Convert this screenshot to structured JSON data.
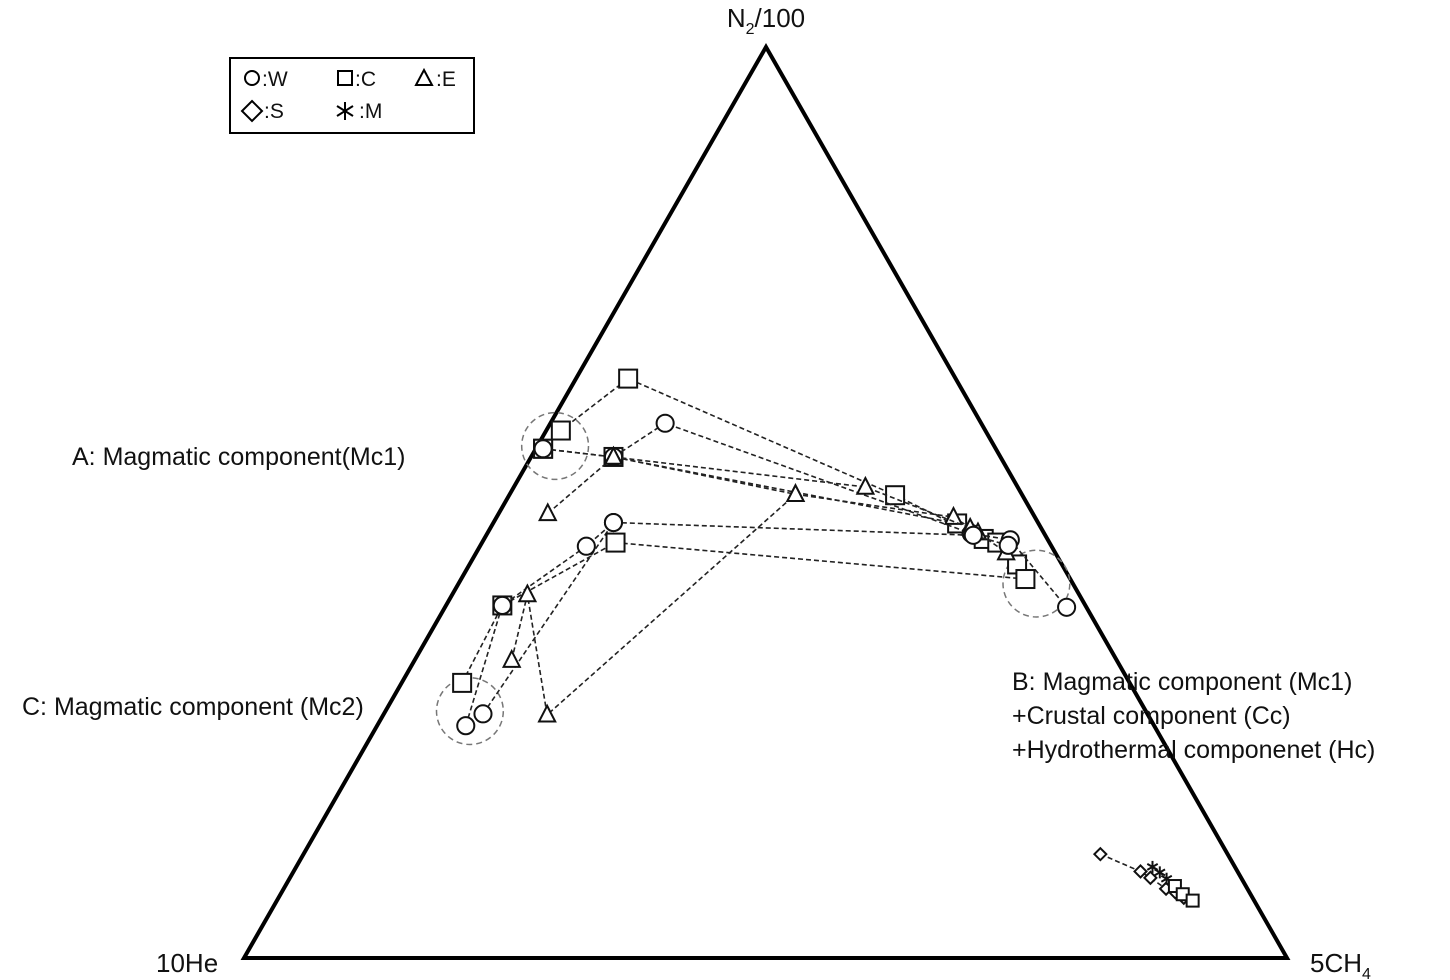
{
  "chart_data": {
    "type": "ternary-scatter",
    "axes": {
      "top": {
        "name": "N",
        "sub": "2",
        "suffix": "/100"
      },
      "left": {
        "name": "10He"
      },
      "right": {
        "name": "5CH",
        "sub": "4",
        "suffix": ""
      }
    },
    "legend": {
      "placement": "top-left",
      "entries": [
        {
          "marker": "circle",
          "label": ":W"
        },
        {
          "marker": "square",
          "label": ":C"
        },
        {
          "marker": "triangle",
          "label": ":E"
        },
        {
          "marker": "diamond",
          "label": ":S"
        },
        {
          "marker": "asterisk",
          "label": ":M"
        }
      ]
    },
    "annotations": [
      {
        "lines": [
          "A: Magmatic component(Mc1)"
        ]
      },
      {
        "lines": [
          "B: Magmatic component (Mc1)",
          "+Crustal component (Cc)",
          "+Hydrothermal componenet (Hc)"
        ]
      },
      {
        "lines": [
          "C: Magmatic component (Mc2)"
        ]
      }
    ],
    "series": [
      {
        "marker": "square",
        "points": [
          {
            "N2": 0.559,
            "He": 0.434,
            "CH4": 0.007
          },
          {
            "N2": 0.579,
            "He": 0.407,
            "CH4": 0.014
          },
          {
            "N2": 0.636,
            "He": 0.314,
            "CH4": 0.05
          },
          {
            "N2": 0.508,
            "He": 0.122,
            "CH4": 0.37
          },
          {
            "N2": 0.46,
            "He": 0.061,
            "CH4": 0.479
          },
          {
            "N2": 0.432,
            "He": 0.043,
            "CH4": 0.525
          }
        ]
      },
      {
        "marker": "square",
        "points": [
          {
            "N2": 0.559,
            "He": 0.434,
            "CH4": 0.007
          },
          {
            "N2": 0.55,
            "He": 0.371,
            "CH4": 0.079
          },
          {
            "N2": 0.477,
            "He": 0.078,
            "CH4": 0.445
          },
          {
            "N2": 0.456,
            "He": 0.05,
            "CH4": 0.494
          }
        ]
      },
      {
        "marker": "circle",
        "points": [
          {
            "N2": 0.559,
            "He": 0.434,
            "CH4": 0.007
          },
          {
            "N2": 0.55,
            "He": 0.371,
            "CH4": 0.079
          },
          {
            "N2": 0.587,
            "He": 0.303,
            "CH4": 0.11
          },
          {
            "N2": 0.466,
            "He": 0.07,
            "CH4": 0.464
          },
          {
            "N2": 0.459,
            "He": 0.036,
            "CH4": 0.505
          },
          {
            "N2": 0.385,
            "He": 0.019,
            "CH4": 0.596
          }
        ]
      },
      {
        "marker": "triangle",
        "points": [
          {
            "N2": 0.488,
            "He": 0.465,
            "CH4": 0.047
          },
          {
            "N2": 0.55,
            "He": 0.371,
            "CH4": 0.079
          },
          {
            "N2": 0.509,
            "He": 0.217,
            "CH4": 0.274
          },
          {
            "N2": 0.484,
            "He": 0.078,
            "CH4": 0.438
          },
          {
            "N2": 0.467,
            "He": 0.063,
            "CH4": 0.47
          },
          {
            "N2": 0.445,
            "He": 0.047,
            "CH4": 0.508
          }
        ]
      },
      {
        "marker": "triangle",
        "points": [
          {
            "N2": 0.55,
            "He": 0.371,
            "CH4": 0.079
          },
          {
            "N2": 0.517,
            "He": 0.146,
            "CH4": 0.337
          },
          {
            "N2": 0.472,
            "He": 0.068,
            "CH4": 0.46
          }
        ]
      },
      {
        "marker": "circle",
        "points": [
          {
            "N2": 0.268,
            "He": 0.637,
            "CH4": 0.095
          },
          {
            "N2": 0.478,
            "He": 0.407,
            "CH4": 0.115
          },
          {
            "N2": 0.464,
            "He": 0.069,
            "CH4": 0.467
          },
          {
            "N2": 0.453,
            "He": 0.041,
            "CH4": 0.506
          }
        ]
      },
      {
        "marker": "square",
        "points": [
          {
            "N2": 0.302,
            "He": 0.64,
            "CH4": 0.058
          },
          {
            "N2": 0.387,
            "He": 0.559,
            "CH4": 0.054
          },
          {
            "N2": 0.456,
            "He": 0.416,
            "CH4": 0.128
          },
          {
            "N2": 0.416,
            "He": 0.043,
            "CH4": 0.541
          }
        ]
      },
      {
        "marker": "circle",
        "points": [
          {
            "N2": 0.255,
            "He": 0.66,
            "CH4": 0.085
          },
          {
            "N2": 0.387,
            "He": 0.559,
            "CH4": 0.054
          },
          {
            "N2": 0.452,
            "He": 0.446,
            "CH4": 0.102
          },
          {
            "N2": 0.478,
            "He": 0.407,
            "CH4": 0.115
          }
        ]
      },
      {
        "marker": "triangle",
        "points": [
          {
            "N2": 0.327,
            "He": 0.58,
            "CH4": 0.093
          },
          {
            "N2": 0.399,
            "He": 0.529,
            "CH4": 0.072
          },
          {
            "N2": 0.267,
            "He": 0.576,
            "CH4": 0.157
          },
          {
            "N2": 0.509,
            "He": 0.217,
            "CH4": 0.274
          }
        ]
      },
      {
        "marker": "diamond",
        "points": [
          {
            "N2": 0.114,
            "He": 0.122,
            "CH4": 0.764
          },
          {
            "N2": 0.095,
            "He": 0.093,
            "CH4": 0.812
          },
          {
            "N2": 0.088,
            "He": 0.087,
            "CH4": 0.825
          },
          {
            "N2": 0.076,
            "He": 0.078,
            "CH4": 0.846
          },
          {
            "N2": 0.072,
            "He": 0.071,
            "CH4": 0.857
          },
          {
            "N2": 0.066,
            "He": 0.066,
            "CH4": 0.868
          }
        ]
      },
      {
        "marker": "asterisk",
        "points": [
          {
            "N2": 0.1,
            "He": 0.079,
            "CH4": 0.821
          },
          {
            "N2": 0.094,
            "He": 0.075,
            "CH4": 0.831
          },
          {
            "N2": 0.087,
            "He": 0.072,
            "CH4": 0.841
          }
        ]
      },
      {
        "marker": "square",
        "points": [
          {
            "N2": 0.079,
            "He": 0.068,
            "CH4": 0.853
          },
          {
            "N2": 0.07,
            "He": 0.065,
            "CH4": 0.865
          },
          {
            "N2": 0.063,
            "He": 0.059,
            "CH4": 0.878
          }
        ]
      }
    ],
    "highlight_circles": [
      {
        "center": {
          "N2": 0.562,
          "He": 0.421,
          "CH4": 0.017
        },
        "radius_fraction": 0.032
      },
      {
        "center": {
          "N2": 0.411,
          "He": 0.035,
          "CH4": 0.554
        },
        "radius_fraction": 0.032
      },
      {
        "center": {
          "N2": 0.271,
          "He": 0.648,
          "CH4": 0.081
        },
        "radius_fraction": 0.032
      }
    ]
  }
}
